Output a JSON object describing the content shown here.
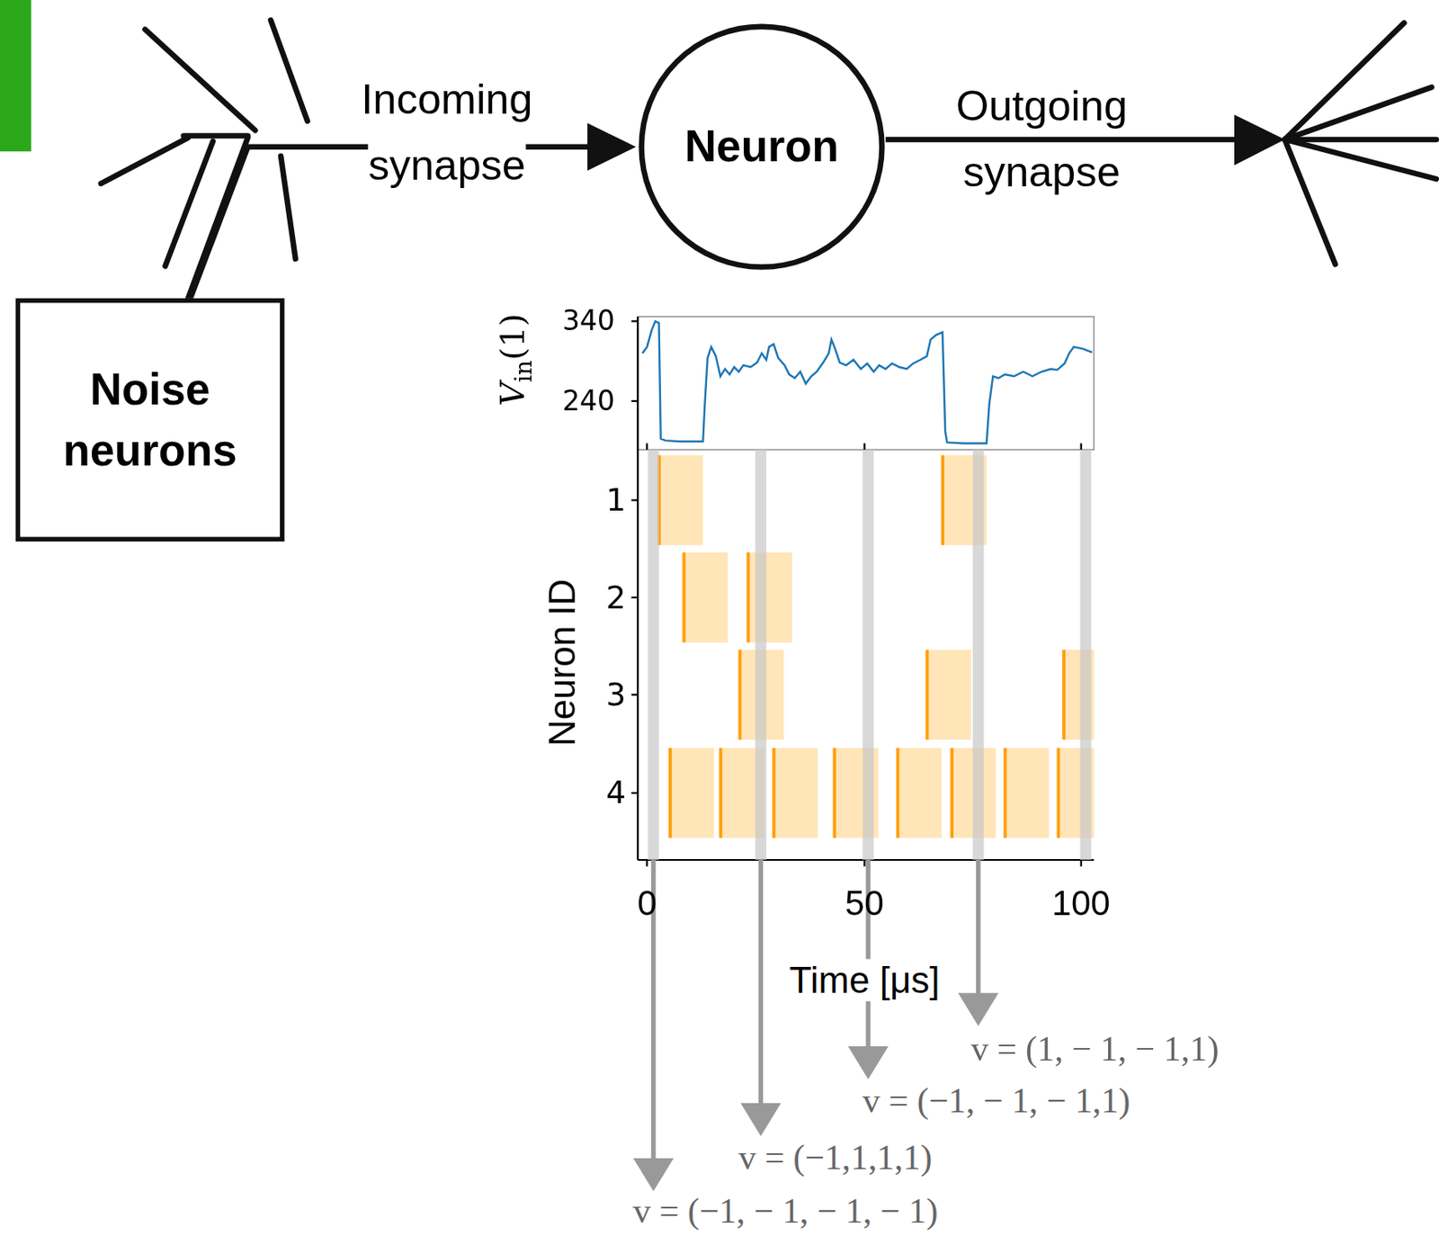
{
  "diagram": {
    "nodes": [
      {
        "text": [
          "Noise neurons"
        ]
      },
      {
        "text": [
          "Neuron"
        ]
      }
    ],
    "edges": [
      {
        "from": 0,
        "to": 1,
        "arrow": "to",
        "label": "Incoming synapse"
      }
    ],
    "labels": [
      "Outgoing synapse",
      "V",
      "in",
      "(1)",
      "340",
      "240",
      "1",
      "2",
      "3",
      "4",
      "Neuron ID",
      "0",
      "50",
      "100",
      "Time [μs]",
      "v = (1, − 1, − 1,1)",
      "v = (−1, − 1, − 1,1)",
      "v = (−1,1,1,1)",
      "v = (−1, − 1, − 1, − 1)"
    ]
  }
}
